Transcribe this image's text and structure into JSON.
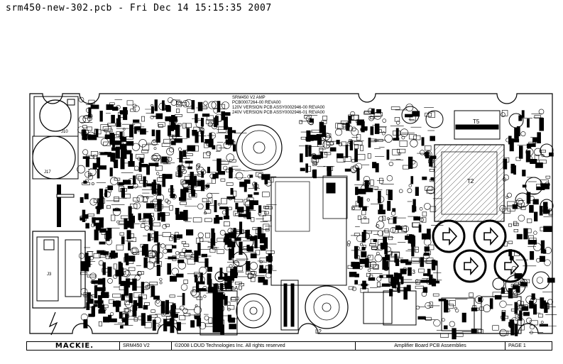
{
  "header": {
    "title": "srm450-new-302.pcb - Fri Dec 14 15:15:35 2007"
  },
  "board": {
    "silkscreen": {
      "line1": "SRM450 V2 AMP",
      "line2": "PCB0007264-00 REVA00",
      "line3": "120V VERSION PCB ASSY0002946-00 REVA00",
      "line4": "240V VERSION PCB ASSY0002946-01 REVA00"
    },
    "designators": {
      "j10": "J10",
      "j17": "J17",
      "j3": "J3",
      "t5": "T5",
      "t2": "T2",
      "l3": "L3",
      "l2": "L2",
      "l4": "L4",
      "jeff": "JEFF DAU"
    }
  },
  "footer": {
    "logo": "MACKIE.",
    "model": "SRM450 V2",
    "copyright": "©2008 LOUD Technologies Inc. All rights reserved",
    "description": "Amplifier Board PCB Assemblies",
    "page": "PAGE 1"
  }
}
